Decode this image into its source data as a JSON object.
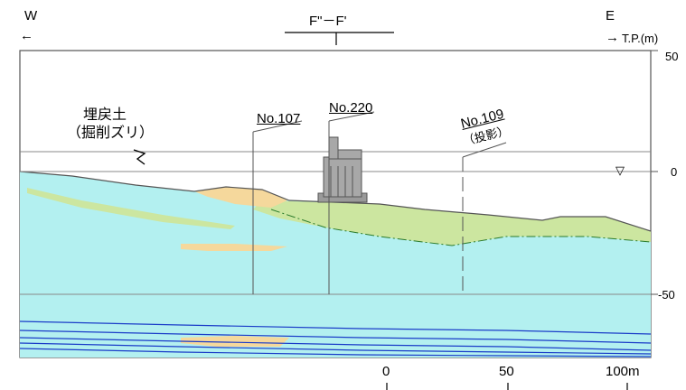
{
  "header": {
    "west_label": "W",
    "west_arrow": "←",
    "section_label": "F\"－F'",
    "east_label": "E",
    "east_arrow": "→",
    "elevation_unit": "T.P.(m)"
  },
  "axis": {
    "elevation_ticks": [
      "50",
      "0",
      "-50"
    ],
    "scale_ticks": [
      "0",
      "50",
      "100m"
    ]
  },
  "annotations": {
    "fill_soil_line1": "埋戻土",
    "fill_soil_line2": "（掘削ズリ）",
    "borehole_1": "No.107",
    "borehole_2": "No.220",
    "borehole_3": "No.109",
    "borehole_3_note": "（投影）",
    "water_level_symbol": "▽"
  },
  "colors": {
    "upper_layer": "#b3f0f0",
    "green_layer": "#cce6a0",
    "sand_layer": "#f5d89c",
    "building": "#a8a8a8",
    "deep_lines": "#1a3cc8"
  }
}
